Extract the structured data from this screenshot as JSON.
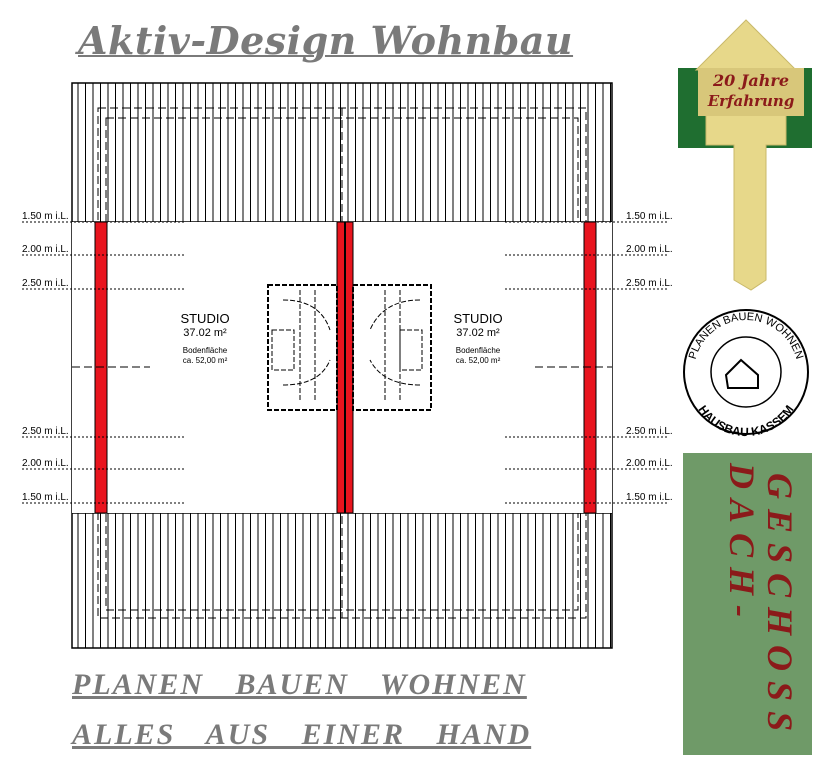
{
  "title": "Aktiv-Design Wohnbau",
  "slogans": [
    "PLANEN BAUEN WOHNEN",
    "ALLES AUS EINER HAND"
  ],
  "key_badge": {
    "line1": "20 Jahre",
    "line2": "Erfahrung"
  },
  "seal": {
    "top": "PLANEN BAUEN WOHNEN",
    "bottom": "HAUSBAU KASSEM"
  },
  "floor_label": {
    "line1": "DACH-",
    "line2": "GESCHOSS"
  },
  "rooms": [
    {
      "name": "STUDIO",
      "area": "37.02 m²",
      "floor_label": "Bodenfläche",
      "floor_area": "ca. 52,00 m²"
    },
    {
      "name": "STUDIO",
      "area": "37.02 m²",
      "floor_label": "Bodenfläche",
      "floor_area": "ca. 52,00 m²"
    }
  ],
  "heights": [
    "1.50 m i.L.",
    "2.00 m i.L.",
    "2.50 m i.L.",
    "2.50 m i.L.",
    "2.00 m i.L.",
    "1.50 m i.L."
  ],
  "colors": {
    "wall": "#e8141e",
    "grey_text": "#7a7a7a",
    "green": "#6f9a68",
    "maroon": "#8b1a1a"
  }
}
